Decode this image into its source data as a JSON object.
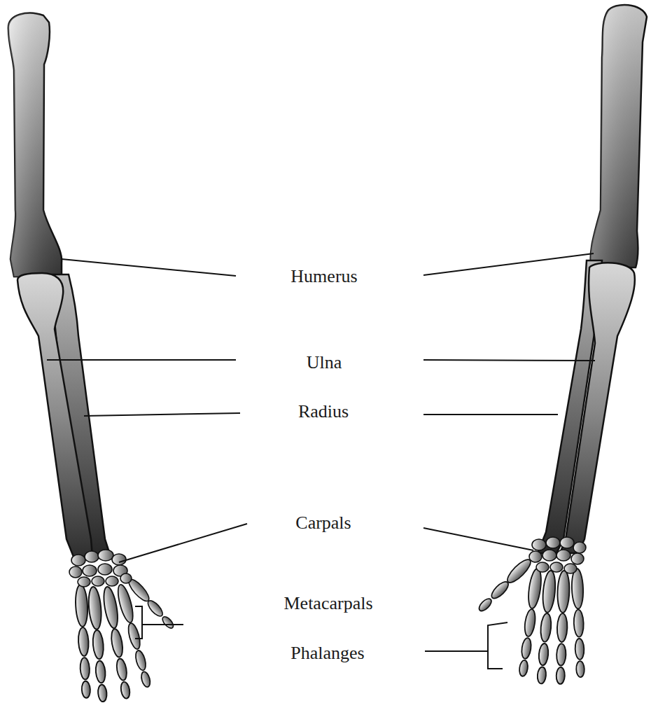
{
  "diagram": {
    "labels": [
      "Humerus",
      "Ulna",
      "Radius",
      "Carpals",
      "Metacarpals",
      "Phalanges"
    ]
  }
}
